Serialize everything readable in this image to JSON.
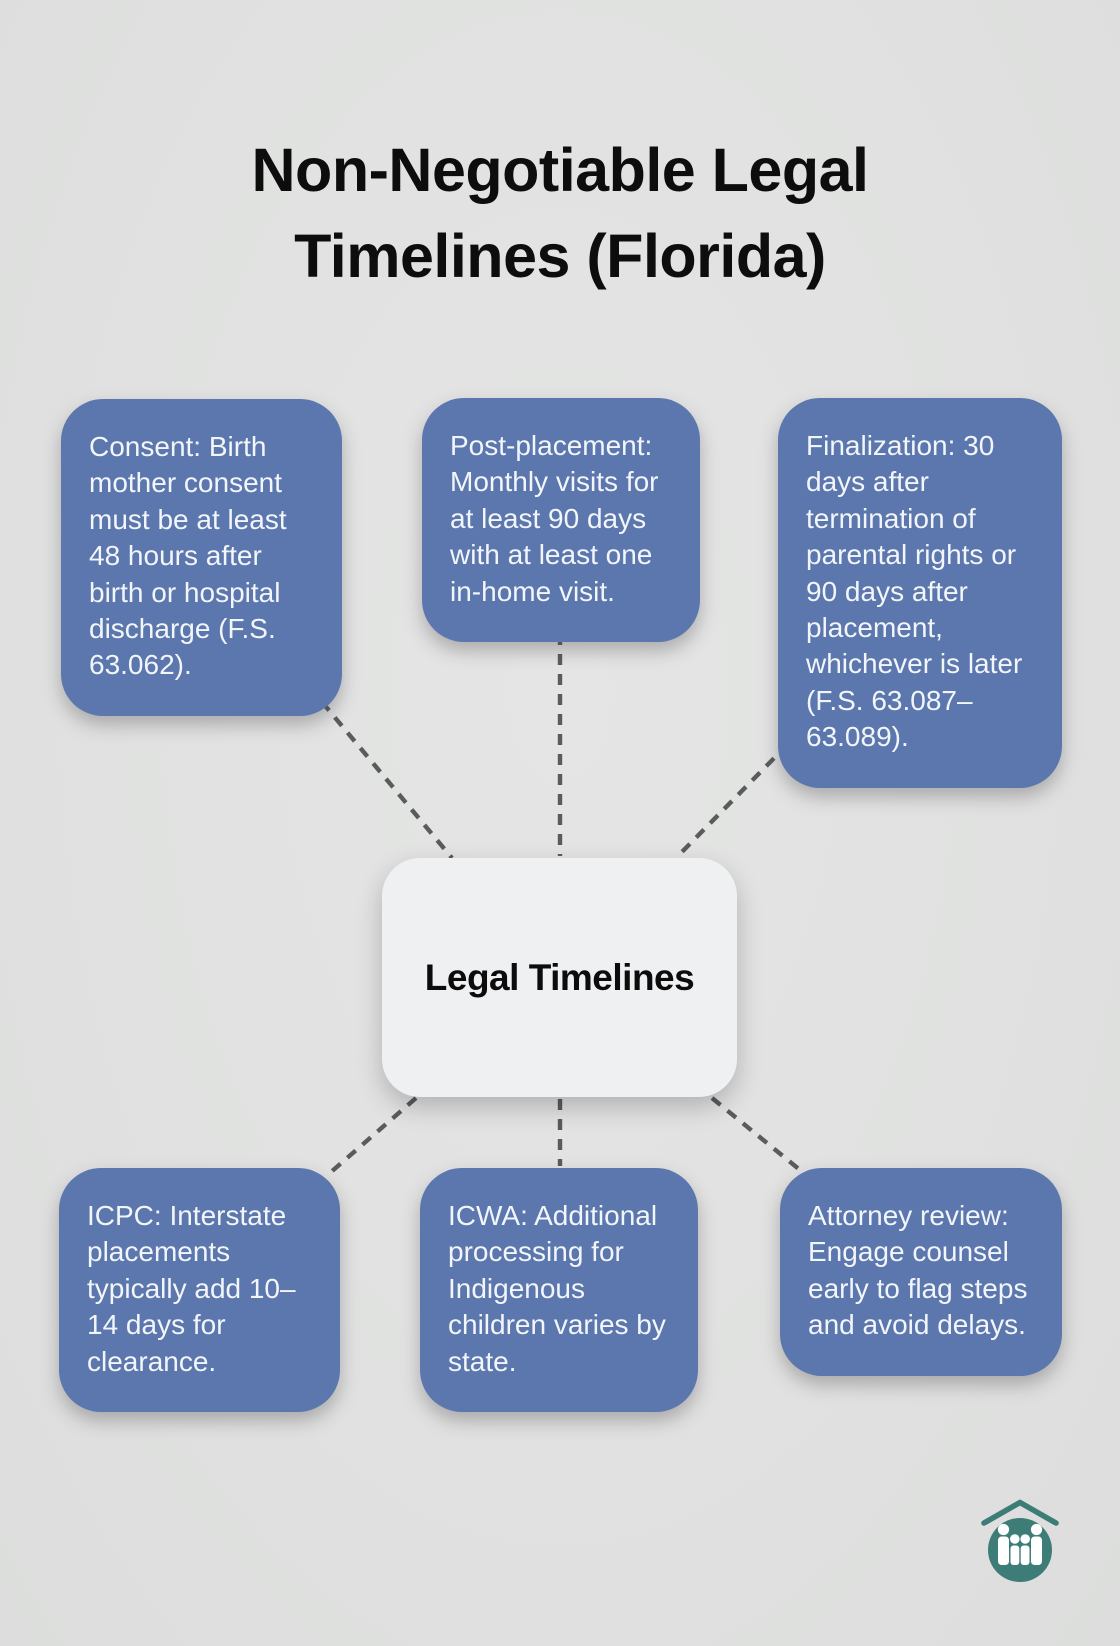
{
  "page": {
    "title_lines": [
      "Non-Negotiable Legal",
      "Timelines (Florida)"
    ]
  },
  "center": {
    "label": "Legal Timelines"
  },
  "cards": {
    "consent": {
      "lines": [
        "Consent: Birth",
        "mother consent",
        "must be at least",
        "48 hours after",
        "birth or hospital",
        "discharge (F.S.",
        "63.062)."
      ]
    },
    "post_placement": {
      "lines": [
        "Post-placement:",
        "Monthly visits for",
        "at least 90 days",
        "with at least one",
        "in-home visit."
      ]
    },
    "finalization": {
      "lines": [
        "Finalization: 30",
        "days after",
        "termination of",
        "parental rights or",
        "90 days after",
        "placement,",
        "whichever is later",
        "(F.S. 63.087–",
        "63.089)."
      ]
    },
    "icpc": {
      "lines": [
        "ICPC: Interstate",
        "placements",
        "typically add 10–",
        "14 days for",
        "clearance."
      ]
    },
    "icwa": {
      "lines": [
        "ICWA: Additional",
        "processing for",
        "Indigenous",
        "children varies by",
        "state."
      ]
    },
    "attorney_review": {
      "lines": [
        "Attorney review:",
        "Engage counsel",
        "early to flag steps",
        "and avoid delays."
      ]
    }
  },
  "colors": {
    "background": "#e0e1e0",
    "card_blue": "#5b77ad",
    "card_text": "#f2f5f9",
    "center_node_fill": "#eef0f2",
    "connector_gray": "#5a5b5d",
    "title_black": "#0d0d0d",
    "logo_teal": "#3e7d77"
  },
  "logo": {
    "name": "family-home-logo"
  }
}
